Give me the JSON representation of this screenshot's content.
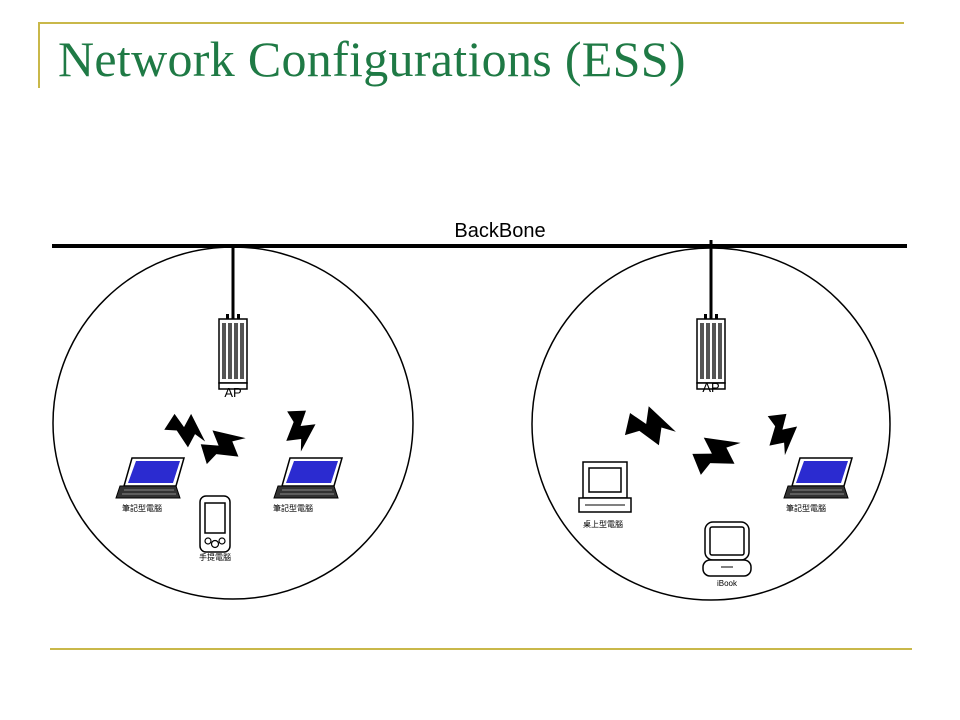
{
  "slide": {
    "title": "Network Configurations (ESS)"
  },
  "diagram": {
    "backbone_label": "BackBone",
    "left_cell": {
      "ap_label": "AP",
      "laptop_1_label": "筆記型電腦",
      "pda_label": "手提電腦",
      "laptop_2_label": "筆記型電腦"
    },
    "right_cell": {
      "ap_label": "AP",
      "desktop_label": "桌上型電腦",
      "ibook_label": "iBook",
      "laptop_label": "筆記型電腦"
    }
  },
  "colors": {
    "title": "#1f7a45",
    "frame": "#c9b84a",
    "screen": "#2b2bd0"
  }
}
